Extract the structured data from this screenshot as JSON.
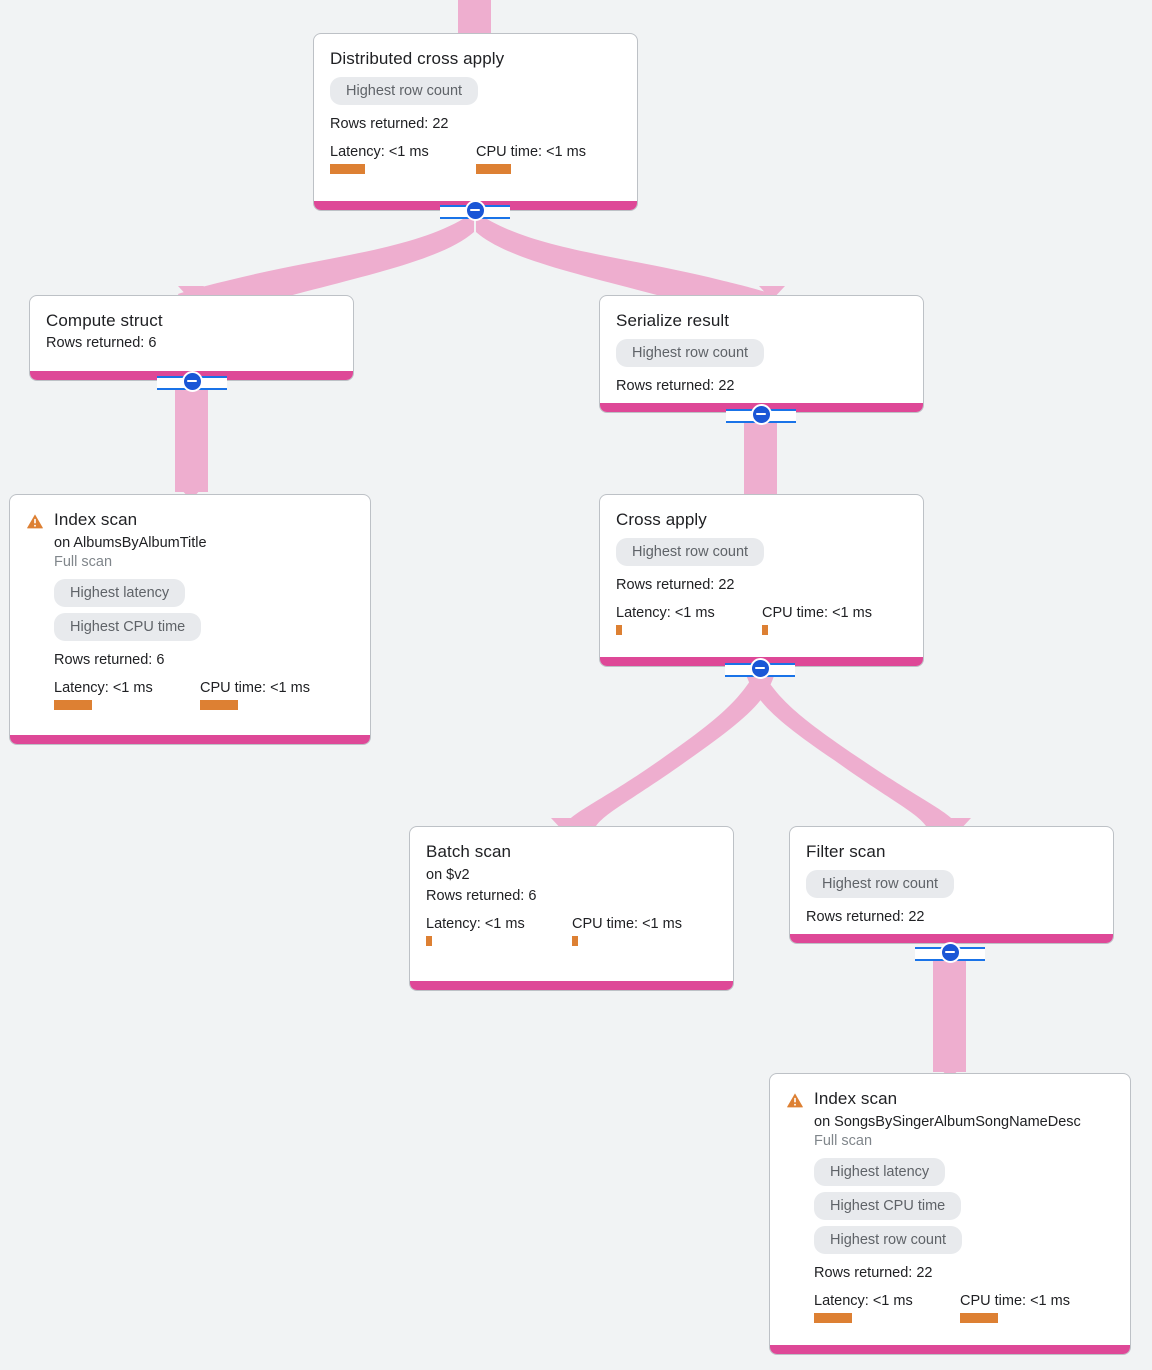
{
  "canvas": {
    "background": "#f1f3f4",
    "edge_color": "#eeaecf",
    "accent_color": "#de4897",
    "bar_color": "#dd8033",
    "badge_bg": "#e8eaed",
    "collapse_color": "#1a56d6"
  },
  "labels": {
    "rows_prefix": "Rows returned: ",
    "latency_label": "Latency: <1 ms",
    "cpu_label": "CPU time: <1 ms",
    "full_scan": "Full scan",
    "collapse_icon": "minus-circle-icon",
    "warning_icon": "warning-triangle-icon"
  },
  "nodes": [
    {
      "id": "distributed-cross-apply",
      "title": "Distributed cross apply",
      "badges": [
        "Highest row count"
      ],
      "rows": "Rows returned: 22",
      "latency": "Latency: <1 ms",
      "cpu": "CPU time: <1 ms",
      "warning": false
    },
    {
      "id": "compute-struct",
      "title": "Compute struct",
      "badges": [],
      "rows": "Rows returned: 6",
      "warning": false
    },
    {
      "id": "serialize-result",
      "title": "Serialize result",
      "badges": [
        "Highest row count"
      ],
      "rows": "Rows returned: 22",
      "warning": false
    },
    {
      "id": "index-scan-albums",
      "title": "Index scan",
      "subtitle": "on AlbumsByAlbumTitle",
      "subtitle2": "Full scan",
      "badges": [
        "Highest latency",
        "Highest CPU time"
      ],
      "rows": "Rows returned: 6",
      "latency": "Latency: <1 ms",
      "cpu": "CPU time: <1 ms",
      "warning": true
    },
    {
      "id": "cross-apply",
      "title": "Cross apply",
      "badges": [
        "Highest row count"
      ],
      "rows": "Rows returned: 22",
      "latency": "Latency: <1 ms",
      "cpu": "CPU time: <1 ms",
      "warning": false
    },
    {
      "id": "batch-scan",
      "title": "Batch scan",
      "subtitle": "on $v2",
      "badges": [],
      "rows": "Rows returned: 6",
      "latency": "Latency: <1 ms",
      "cpu": "CPU time: <1 ms",
      "warning": false
    },
    {
      "id": "filter-scan",
      "title": "Filter scan",
      "badges": [
        "Highest row count"
      ],
      "rows": "Rows returned: 22",
      "warning": false
    },
    {
      "id": "index-scan-songs",
      "title": "Index scan",
      "subtitle": "on SongsBySingerAlbumSongNameDesc",
      "subtitle2": "Full scan",
      "badges": [
        "Highest latency",
        "Highest CPU time",
        "Highest row count"
      ],
      "rows": "Rows returned: 22",
      "latency": "Latency: <1 ms",
      "cpu": "CPU time: <1 ms",
      "warning": true
    }
  ]
}
